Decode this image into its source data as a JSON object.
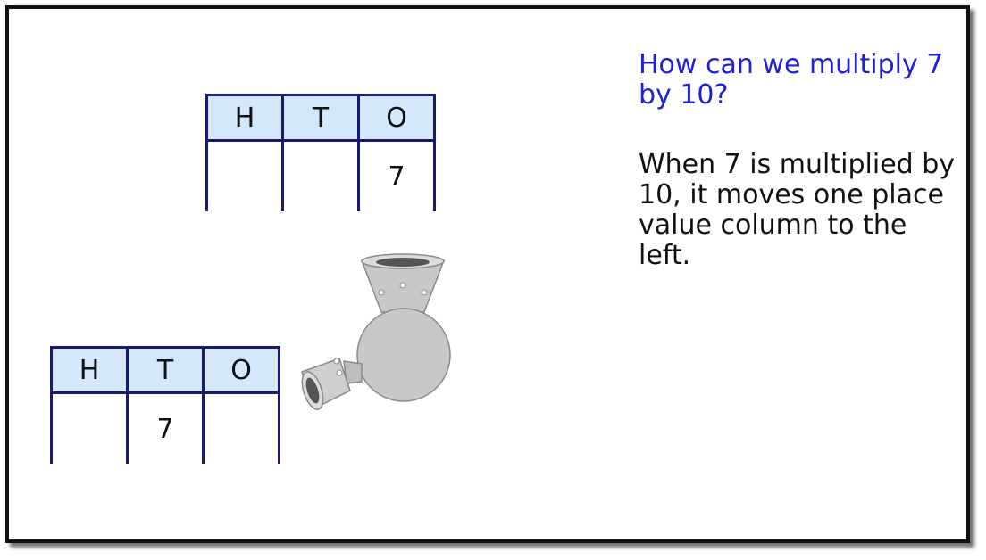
{
  "question": "How can we multiply 7 by 10?",
  "explanation": "When 7 is multiplied by 10, it moves one place value column to the left.",
  "top_table": {
    "headers": [
      "H",
      "T",
      "O"
    ],
    "values": [
      "",
      "",
      "7"
    ]
  },
  "bottom_table": {
    "headers": [
      "H",
      "T",
      "O"
    ],
    "values": [
      "",
      "7",
      ""
    ]
  },
  "colors": {
    "header_fill": "#d4e7fb",
    "table_line": "#1a1a73",
    "question_text": "#1f1fd4",
    "machine_gray": "#c8c8c8"
  },
  "icons": [
    "multiplying-machine-icon"
  ]
}
